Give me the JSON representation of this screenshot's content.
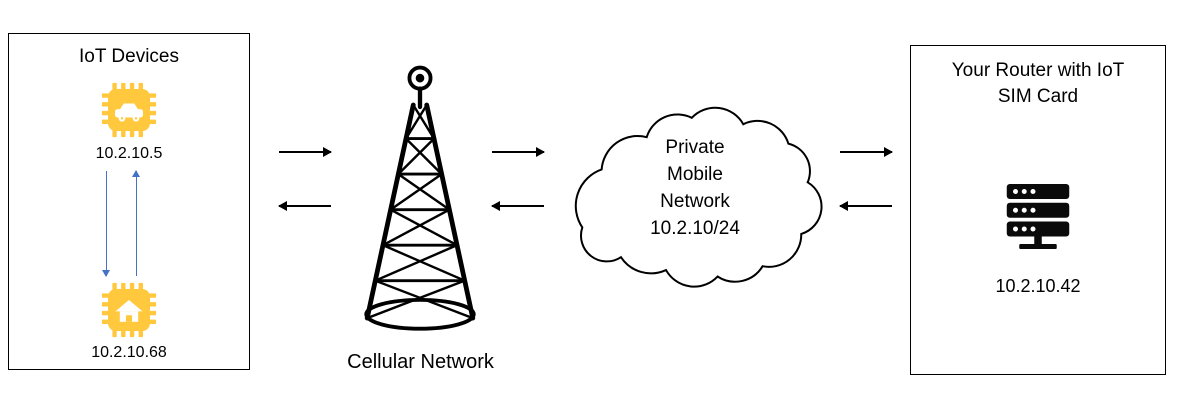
{
  "iot_box": {
    "title": "IoT Devices",
    "devices": [
      {
        "device": "connected-car-chip",
        "ip": "10.2.10.5"
      },
      {
        "device": "smart-home-chip",
        "ip": "10.2.10.68"
      }
    ]
  },
  "cellular": {
    "label": "Cellular Network"
  },
  "cloud": {
    "lines": [
      "Private",
      "Mobile",
      "Network",
      "10.2.10/24"
    ]
  },
  "router_box": {
    "title": "Your Router with IoT SIM Card",
    "ip": "10.2.10.42"
  },
  "icons": {
    "car_chip": "iot-chip-with-car",
    "home_chip": "iot-chip-with-house",
    "tower": "cellular-tower",
    "cloud": "network-cloud",
    "server": "router-server"
  },
  "colors": {
    "chip_yellow": "#FFC83D",
    "blue_arrow": "#4472C4",
    "line_black": "#000000"
  }
}
